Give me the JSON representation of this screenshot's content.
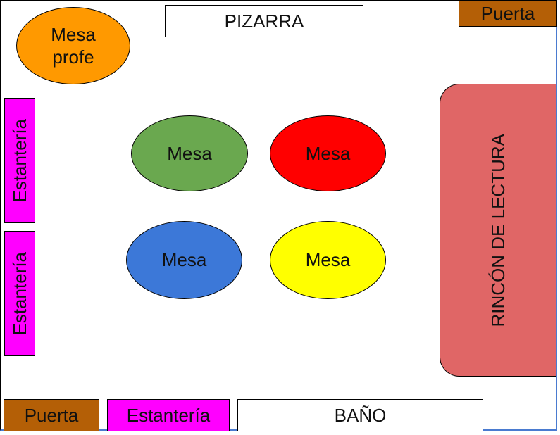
{
  "colors": {
    "door": "#b45f06",
    "shelf": "#ff00ff",
    "teacher_desk": "#ff9900",
    "reading_corner": "#e06666",
    "green_table": "#6aa84f",
    "red_table": "#ff0000",
    "blue_table": "#3c78d8",
    "yellow_table": "#ffff00",
    "white": "#ffffff"
  },
  "labels": {
    "pizarra": "PIZARRA",
    "puerta_top": "Puerta",
    "puerta_bottom": "Puerta",
    "mesa_profe_line1": "Mesa",
    "mesa_profe_line2": "profe",
    "estanteria_left_top": "Estantería",
    "estanteria_left_bottom": "Estantería",
    "estanteria_bottom": "Estantería",
    "mesa_green": "Mesa",
    "mesa_red": "Mesa",
    "mesa_blue": "Mesa",
    "mesa_yellow": "Mesa",
    "rincon": "RINCÓN DE LECTURA",
    "bano": "BAÑO"
  }
}
